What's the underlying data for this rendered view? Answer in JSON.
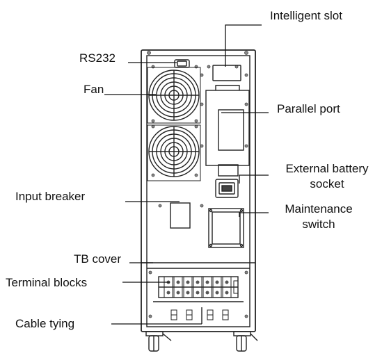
{
  "labels": {
    "intelligent_slot": "Intelligent slot",
    "rs232": "RS232",
    "fan": "Fan",
    "parallel_port": "Parallel port",
    "external_battery_socket_line1": "External battery",
    "external_battery_socket_line2": "socket",
    "input_breaker": "Input breaker",
    "maintenance_switch_line1": "Maintenance",
    "maintenance_switch_line2": "switch",
    "tb_cover": "TB cover",
    "terminal_blocks": "Terminal blocks",
    "cable_tying": "Cable tying"
  }
}
